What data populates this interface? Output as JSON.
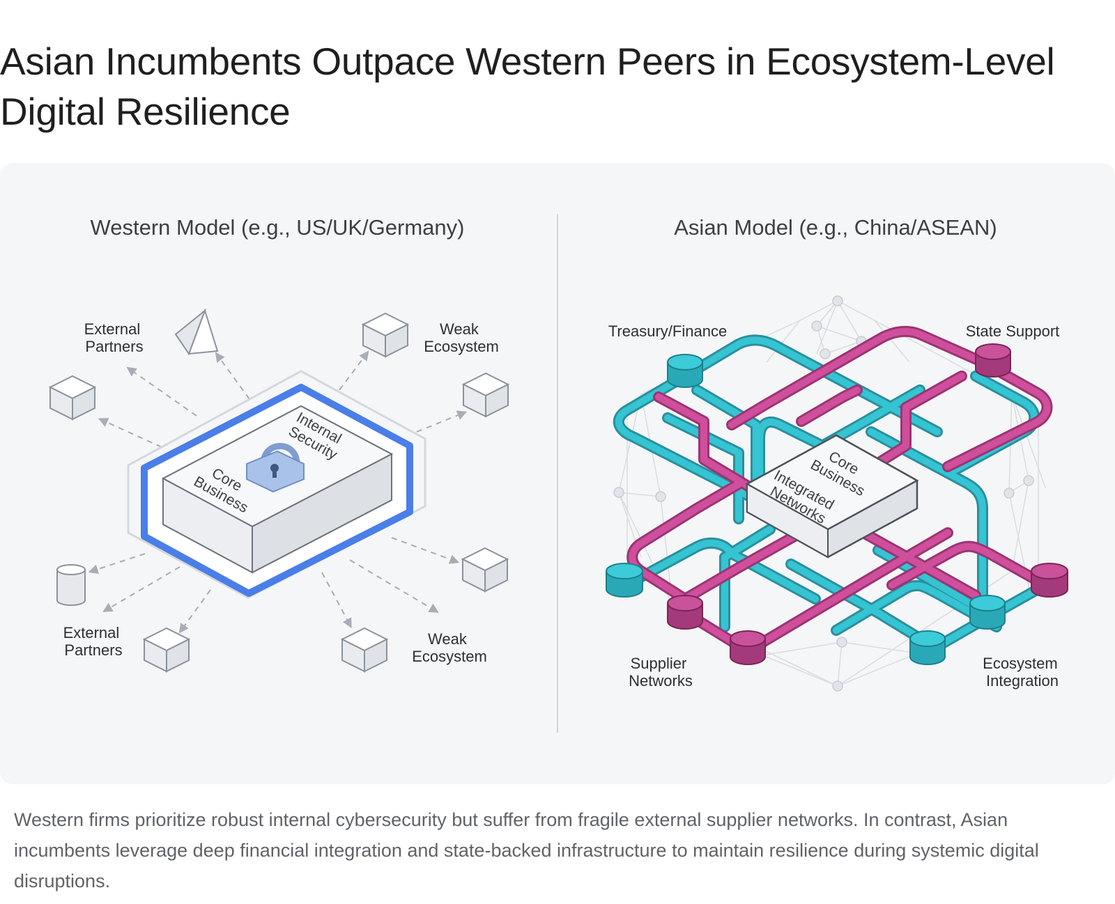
{
  "title": "Asian Incumbents Outpace Western Peers in Ecosystem-Level Digital Resilience",
  "caption": "Western firms prioritize robust internal cybersecurity but suffer from fragile external supplier networks. In contrast, Asian incumbents leverage deep financial integration and state-backed infrastructure to maintain resilience during systemic digital disruptions.",
  "western": {
    "heading": "Western Model (e.g., US/UK/Germany)",
    "external_partners_top": [
      "External",
      "Partners"
    ],
    "weak_ecosystem_top": [
      "Weak",
      "Ecosystem"
    ],
    "external_partners_bottom": [
      "External",
      "Partners"
    ],
    "weak_ecosystem_bottom": [
      "Weak",
      "Ecosystem"
    ],
    "internal_security": [
      "Internal",
      "Security"
    ],
    "core_business": [
      "Core",
      "Business"
    ]
  },
  "asian": {
    "heading": "Asian Model (e.g., China/ASEAN)",
    "treasury_finance": "Treasury/Finance",
    "state_support": "State Support",
    "supplier_networks": [
      "Supplier",
      "Networks"
    ],
    "ecosystem_integration": [
      "Ecosystem",
      "Integration"
    ],
    "core_business": [
      "Core",
      "Business"
    ],
    "integrated_networks": [
      "Integrated",
      "Networks"
    ]
  },
  "colors": {
    "blue_border": "#4a7ee8",
    "teal": "#2fbccb",
    "magenta": "#c2478f",
    "lock": "#a9c2ea"
  }
}
